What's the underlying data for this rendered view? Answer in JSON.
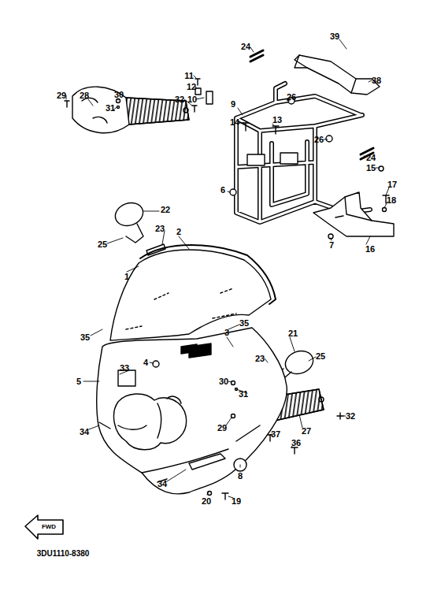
{
  "diagram": {
    "labels": [
      "11",
      "12",
      "10",
      "32",
      "29",
      "28",
      "30",
      "31",
      "24",
      "39",
      "38",
      "9",
      "26",
      "14",
      "13",
      "26",
      "24",
      "15",
      "17",
      "18",
      "16",
      "7",
      "6",
      "22",
      "25",
      "23",
      "2",
      "1",
      "35",
      "35",
      "4",
      "3",
      "21",
      "23",
      "25",
      "33",
      "5",
      "30",
      "31",
      "32",
      "27",
      "29",
      "37",
      "36",
      "34",
      "34",
      "8",
      "20",
      "19",
      "FWD",
      "3DU1110-8380"
    ]
  }
}
